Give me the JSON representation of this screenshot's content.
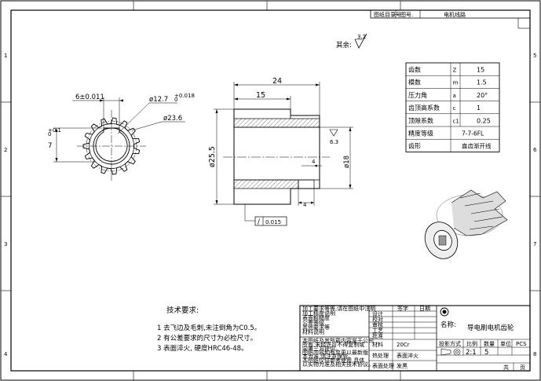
{
  "top_tab": {
    "cells": [
      "图纸目录号",
      "图号.",
      "电机线路"
    ]
  },
  "surface_finish": {
    "prefix": "其余:",
    "value": "3.2"
  },
  "dimensions": {
    "keyway_width": "6±0.011",
    "bore_dia": "ø12.7",
    "bore_tol": "+0.018\n0",
    "outer_dia": "ø23.6",
    "keyway_depth": "7",
    "keyway_depth_tol": "+0.1\n0",
    "total_length": "24",
    "hub_length": "15",
    "pitch_dia": "ø25.5",
    "hub_dia": "ø18",
    "chamfer_len": "4",
    "relief": "4",
    "roughness": "6.3",
    "runout_symbol": "/",
    "runout_value": "0.015"
  },
  "gear_table": [
    [
      "齿数",
      "Z",
      "15"
    ],
    [
      "模数",
      "m",
      "1.5"
    ],
    [
      "压力角",
      "a",
      "20°"
    ],
    [
      "齿顶高系数",
      "c",
      "1"
    ],
    [
      "顶隙系数",
      "c1",
      "0.25"
    ],
    [
      "精度等级",
      "7-7-6FL",
      ""
    ],
    [
      "齿形",
      "直齿渐开线",
      ""
    ]
  ],
  "tech_req": {
    "title": "技术要求:",
    "items": [
      "1 去飞边及毛刺,未注倒角为C0.5。",
      "2 有公差要求的尺寸为必检尺寸。",
      "3 表面淬火, 硬度HRC46-48。"
    ]
  },
  "title_block": {
    "notes_top": [
      "加工要求等等,请在图纸中注明",
      "加工精度说明",
      "表面粗糙度",
      "公差等级",
      "其他要求等",
      "材料说明"
    ],
    "notes_bottom": [
      "本图纸及其所载内容属于公司",
      "所有,未经许可不得复制或",
      "向第三方提供。",
      "图纸内容如有变更以最新版",
      "本为准,请注意保管。",
      "本图纸仅供参考使用,具体",
      "以实物为准及相关技术协议。"
    ],
    "sign_headers": [
      "签字",
      "日期"
    ],
    "sign_rows": [
      "设计",
      "校对",
      "审核",
      "工艺",
      "批准"
    ],
    "material_label": "材料",
    "material_value": "20Cr",
    "heat_label": "热处理",
    "heat_value": "表面淬火",
    "surface_label": "表面处理",
    "surface_value": "发黑",
    "name_label": "名称:",
    "part_name": "导电刷电机齿轮",
    "projection_label": "投影方式",
    "scale_label": "比例",
    "qty_label": "数量",
    "unit_label": "单位",
    "unit_value": "PCS",
    "scale": "2:1",
    "qty": "5",
    "sheet_word": "共",
    "sheet_word2": "页"
  },
  "border_marks": [
    "1",
    "2",
    "3",
    "4",
    "5",
    "6",
    "7",
    "8"
  ]
}
